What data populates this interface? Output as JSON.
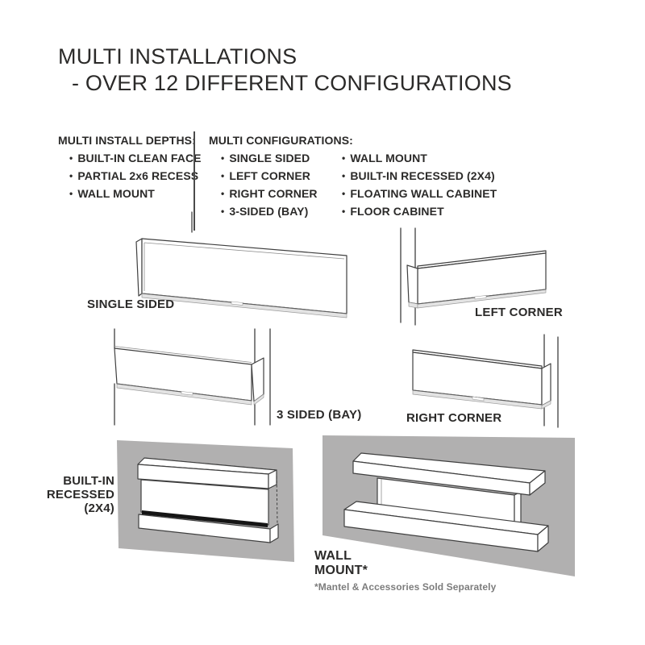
{
  "title": {
    "line1": "MULTI INSTALLATIONS",
    "line2": "- OVER 12 DIFFERENT CONFIGURATIONS"
  },
  "glyphs": {
    "bullet": "•"
  },
  "lists": {
    "depths": {
      "heading": "MULTI INSTALL DEPTHS:",
      "items": [
        "BUILT-IN CLEAN FACE",
        "PARTIAL 2x6 RECESS",
        "WALL MOUNT"
      ]
    },
    "configurations": {
      "heading": "MULTI CONFIGURATIONS:",
      "col1": [
        "SINGLE SIDED",
        "LEFT CORNER",
        "RIGHT CORNER",
        "3-SIDED (BAY)"
      ],
      "col2": [
        "WALL MOUNT",
        "BUILT-IN RECESSED (2X4)",
        "FLOATING WALL CABINET",
        "FLOOR CABINET"
      ]
    }
  },
  "diagrams": {
    "single_sided": {
      "label": "SINGLE SIDED"
    },
    "left_corner": {
      "label": "LEFT CORNER"
    },
    "three_sided_bay": {
      "label": "3 SIDED (BAY)"
    },
    "right_corner": {
      "label": "RIGHT CORNER"
    },
    "built_in_recessed": {
      "label_lines": [
        "BUILT-IN",
        "RECESSED",
        "(2X4)"
      ]
    },
    "wall_mount": {
      "label_lines": [
        "WALL",
        "MOUNT*"
      ],
      "footnote": "*Mantel & Accessories Sold Separately"
    }
  },
  "colors": {
    "text": "#2b2a29",
    "line_art": "#3f3f3f",
    "wall_gray": "#b1b0b0",
    "trim_gray": "#e3e3e3",
    "footnote_gray": "#7c7c7c",
    "slot_black": "#151515",
    "background": "#ffffff"
  }
}
